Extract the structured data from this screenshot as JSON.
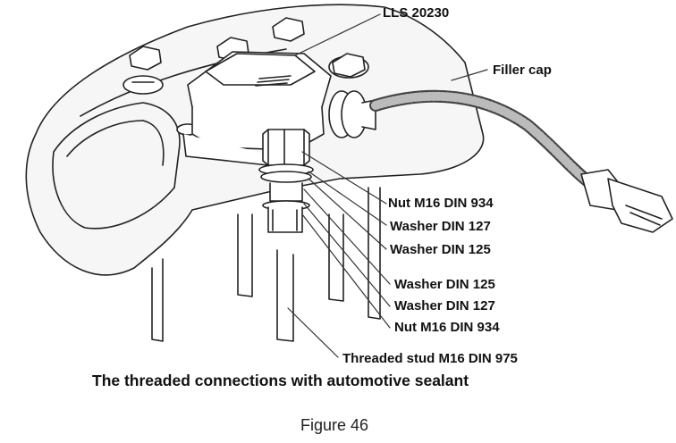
{
  "figure": {
    "labels": {
      "sensor": "LLS 20230",
      "filler_cap": "Filler cap",
      "nut_top": "Nut M16 DIN 934",
      "washer_127_top": "Washer DIN 127",
      "washer_125_top": "Washer DIN 125",
      "washer_125_bottom": "Washer DIN 125",
      "washer_127_bottom": "Washer DIN 127",
      "nut_bottom": "Nut M16 DIN 934",
      "stud": "Threaded stud M16 DIN 975"
    },
    "note": "The threaded connections with automotive sealant",
    "caption": "Figure 46"
  }
}
